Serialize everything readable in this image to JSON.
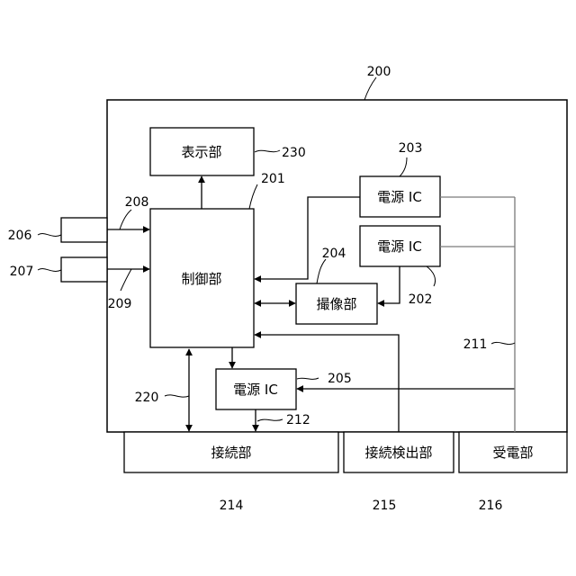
{
  "device_ref": "200",
  "blocks": {
    "display": {
      "label": "表示部",
      "ref": "230"
    },
    "controller": {
      "label": "制御部",
      "ref": "201"
    },
    "power_ic_1": {
      "label": "電源 IC",
      "ref": "203"
    },
    "power_ic_2": {
      "label": "電源 IC",
      "ref": "202"
    },
    "camera": {
      "label": "撮像部",
      "ref": "204"
    },
    "power_ic_3": {
      "label": "電源 IC",
      "ref": "205"
    },
    "connector": {
      "label": "接続部",
      "ref": "214"
    },
    "conn_detector": {
      "label": "接続検出部",
      "ref": "215"
    },
    "receiver": {
      "label": "受電部",
      "ref": "216"
    },
    "ext_in_1": {
      "label": "",
      "ref": "206"
    },
    "ext_in_2": {
      "label": "",
      "ref": "207"
    }
  },
  "line_refs": {
    "input_line_1": "208",
    "input_line_2": "209",
    "power_bus": "211",
    "power_out": "212",
    "bus_220": "220"
  }
}
